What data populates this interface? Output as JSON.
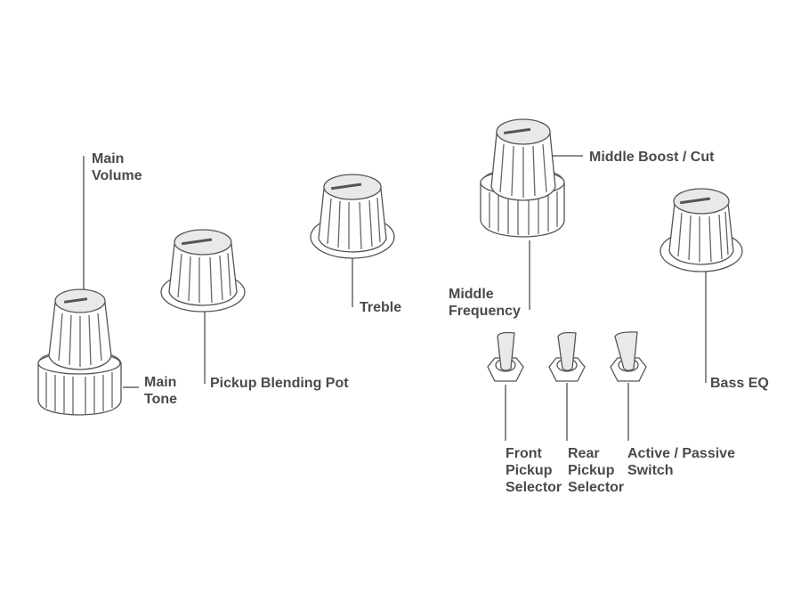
{
  "labels": {
    "main_volume": "Main\nVolume",
    "main_tone": "Main\nTone",
    "pickup_blending_pot": "Pickup Blending Pot",
    "treble": "Treble",
    "middle_boost_cut": "Middle Boost / Cut",
    "middle_frequency": "Middle\nFrequency",
    "bass_eq": "Bass EQ",
    "front_pickup_selector": "Front\nPickup\nSelector",
    "rear_pickup_selector": "Rear\nPickup\nSelector",
    "active_passive_switch": "Active / Passive\nSwitch"
  },
  "colors": {
    "label_text": "#4a4a4a",
    "line_art": "#555555",
    "background": "#ffffff"
  }
}
